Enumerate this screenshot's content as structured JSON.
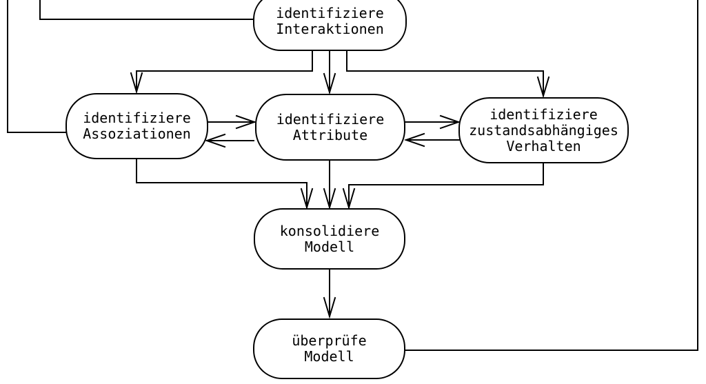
{
  "diagram": {
    "background_color": "#ffffff",
    "stroke_color": "#000000",
    "text_color": "#000000",
    "nodes": [
      {
        "id": "identifiziere-interaktionen",
        "label": "identifiziere\nInteraktionen"
      },
      {
        "id": "identifiziere-assoziationen",
        "label": "identifiziere\nAssoziationen"
      },
      {
        "id": "identifiziere-attribute",
        "label": "identifiziere\nAttribute"
      },
      {
        "id": "identifiziere-zustandsabhaengiges-verhalten",
        "label": "identifiziere\nzustandsabhängiges\nVerhalten"
      },
      {
        "id": "konsolidiere-modell",
        "label": "konsolidiere\nModell"
      },
      {
        "id": "ueberpruefe-modell",
        "label": "überprüfe\nModell"
      }
    ],
    "edges": [
      {
        "from": "offscreen-top",
        "to": "identifiziere-assoziationen",
        "arrow": false
      },
      {
        "from": "offscreen-top",
        "to": "identifiziere-interaktionen",
        "arrow": false
      },
      {
        "from": "identifiziere-interaktionen",
        "to": "identifiziere-assoziationen",
        "arrow": true
      },
      {
        "from": "identifiziere-interaktionen",
        "to": "identifiziere-attribute",
        "arrow": true
      },
      {
        "from": "identifiziere-interaktionen",
        "to": "identifiziere-zustandsabhaengiges-verhalten",
        "arrow": true
      },
      {
        "from": "identifiziere-assoziationen",
        "to": "identifiziere-attribute",
        "arrow": true
      },
      {
        "from": "identifiziere-attribute",
        "to": "identifiziere-assoziationen",
        "arrow": true
      },
      {
        "from": "identifiziere-attribute",
        "to": "identifiziere-zustandsabhaengiges-verhalten",
        "arrow": true
      },
      {
        "from": "identifiziere-zustandsabhaengiges-verhalten",
        "to": "identifiziere-attribute",
        "arrow": true
      },
      {
        "from": "identifiziere-assoziationen",
        "to": "konsolidiere-modell",
        "arrow": true
      },
      {
        "from": "identifiziere-attribute",
        "to": "konsolidiere-modell",
        "arrow": true
      },
      {
        "from": "identifiziere-zustandsabhaengiges-verhalten",
        "to": "konsolidiere-modell",
        "arrow": true
      },
      {
        "from": "konsolidiere-modell",
        "to": "ueberpruefe-modell",
        "arrow": true
      },
      {
        "from": "ueberpruefe-modell",
        "to": "offscreen-top-right",
        "arrow": false
      }
    ]
  }
}
